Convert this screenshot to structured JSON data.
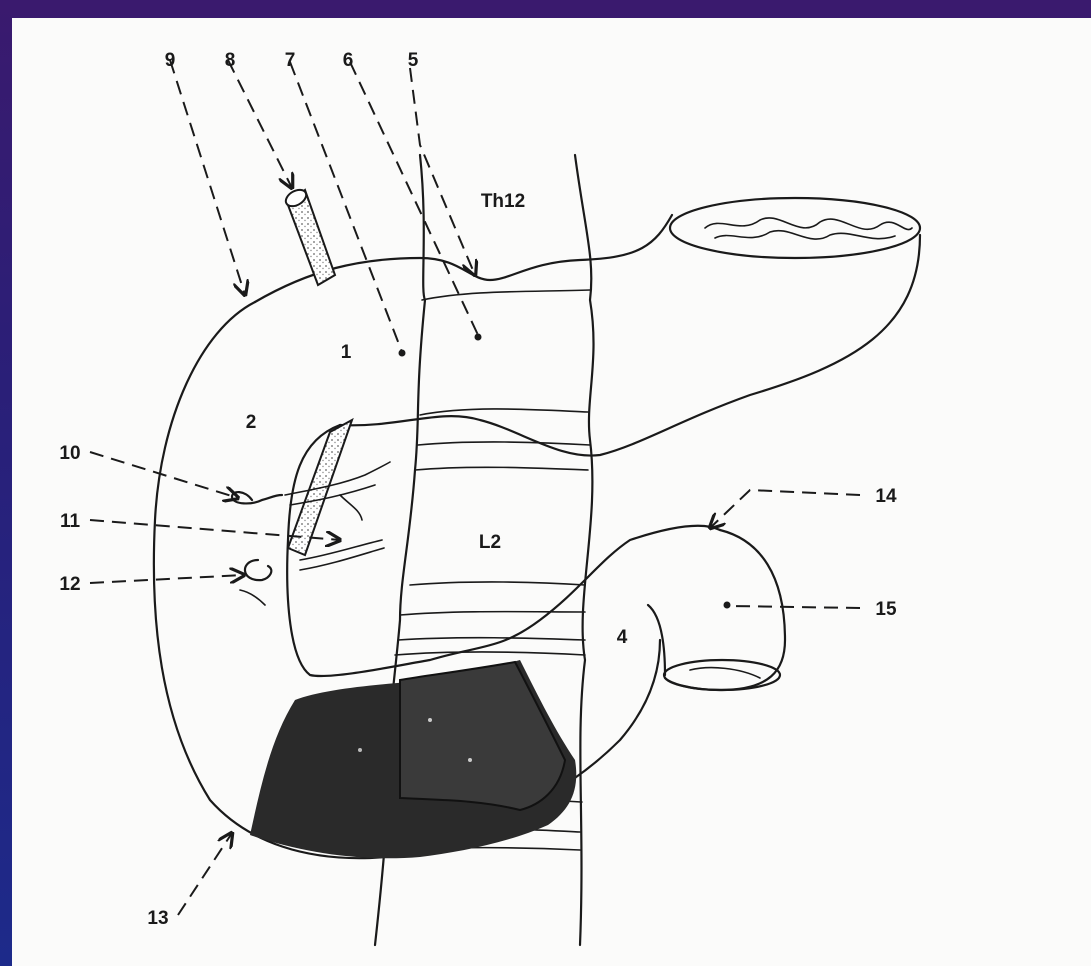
{
  "diagram": {
    "vertebra_labels": [
      "Th12",
      "L2"
    ],
    "region_labels": [
      "1",
      "2",
      "4"
    ],
    "callouts": [
      "5",
      "6",
      "7",
      "8",
      "9",
      "10",
      "11",
      "12",
      "13",
      "14",
      "15"
    ]
  }
}
